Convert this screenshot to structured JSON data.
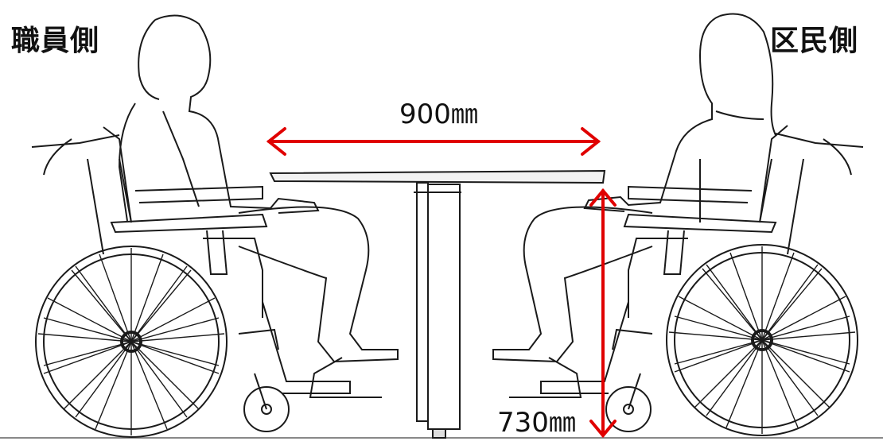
{
  "labels": {
    "staff_side": "職員側",
    "resident_side": "区民側",
    "table_width": "900㎜",
    "table_height": "730㎜"
  },
  "colors": {
    "dimension_arrow": "#e00000",
    "line_art": "#1a1a1a"
  }
}
